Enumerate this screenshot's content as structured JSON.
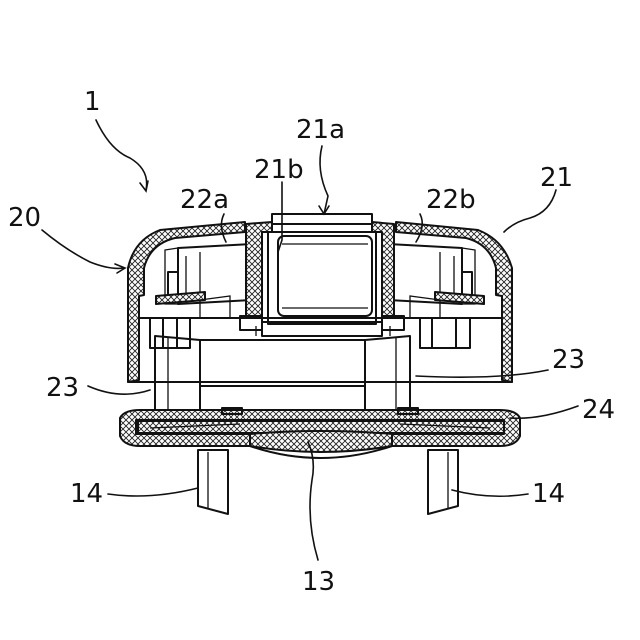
{
  "labels": {
    "l1": "1",
    "l20": "20",
    "l21": "21",
    "l21a": "21a",
    "l21b": "21b",
    "l22a": "22a",
    "l22b": "22b",
    "l23_left": "23",
    "l23_right": "23",
    "l24": "24",
    "l13": "13",
    "l14_left": "14",
    "l14_right": "14"
  }
}
